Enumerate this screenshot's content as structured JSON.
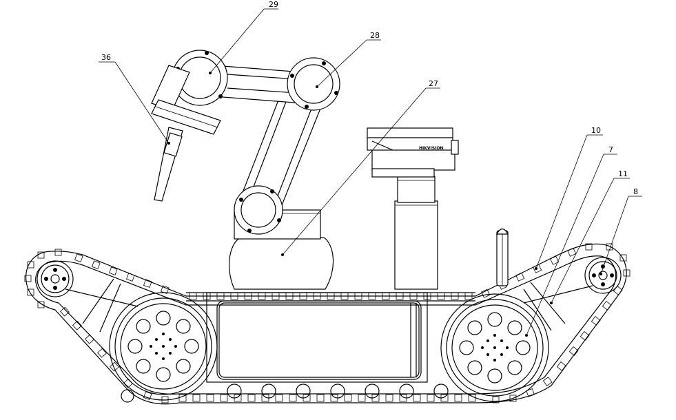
{
  "figure": {
    "callouts": [
      {
        "id": "c29",
        "label": "29"
      },
      {
        "id": "c28",
        "label": "28"
      },
      {
        "id": "c27",
        "label": "27"
      },
      {
        "id": "c36",
        "label": "36"
      },
      {
        "id": "c10",
        "label": "10"
      },
      {
        "id": "c7",
        "label": "7"
      },
      {
        "id": "c11",
        "label": "11"
      },
      {
        "id": "c8",
        "label": "8"
      }
    ],
    "camera_brand": "HIKVISION"
  }
}
